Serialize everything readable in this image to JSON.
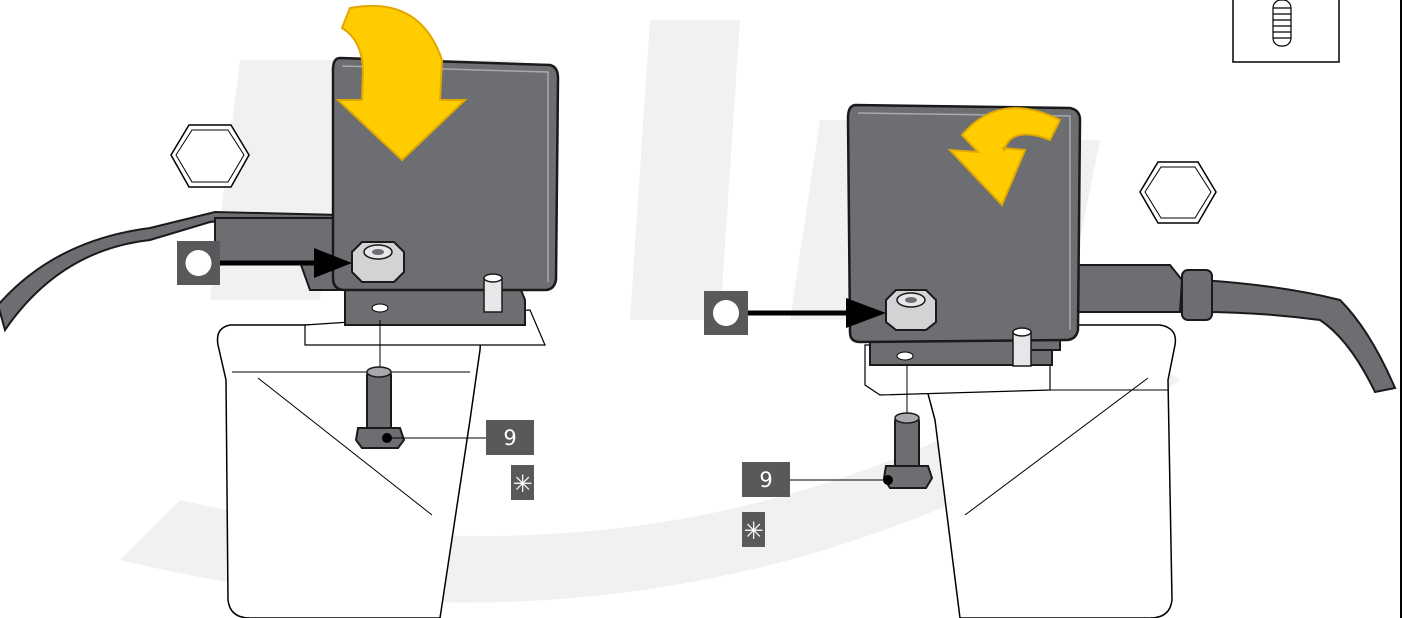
{
  "colors": {
    "part_dark": "#6d6e71",
    "part_outline": "#1a1a1a",
    "arrow_yellow": "#ffcc00",
    "arrow_yellow_edge": "#e0a800",
    "callout_box": "#58595b",
    "watermark": "#f1f1f2",
    "white": "#ffffff"
  },
  "left_assembly": {
    "torque_label": "9",
    "symbol_label": "✳",
    "hex_outline_icon": "hex-nut-outline",
    "push_arrow_icon": "arrow-right",
    "rotate_arrow_icon": "curved-arrow-down"
  },
  "right_assembly": {
    "torque_label": "9",
    "symbol_label": "✳",
    "hex_outline_icon": "hex-nut-outline",
    "push_arrow_icon": "arrow-right",
    "rotate_arrow_icon": "curved-arrow-down"
  },
  "corner_icon": "spring-coil-icon"
}
